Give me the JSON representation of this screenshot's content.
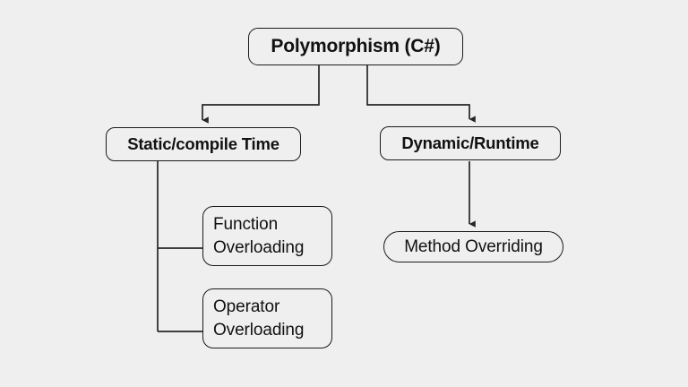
{
  "diagram": {
    "background_color": "#efefef",
    "line_color": "#262626",
    "text_color": "#111111",
    "nodes": {
      "root": {
        "label": "Polymorphism (C#)"
      },
      "static": {
        "label": "Static/compile Time"
      },
      "dynamic": {
        "label": "Dynamic/Runtime"
      },
      "function_overloading": {
        "label": "Function\nOverloading"
      },
      "operator_overloading": {
        "label": "Operator\nOverloading"
      },
      "method_overriding": {
        "label": "Method Overriding"
      }
    },
    "edges": [
      {
        "name": "root-to-static",
        "from": "root",
        "to": "static",
        "style": "elbow",
        "arrow": true
      },
      {
        "name": "root-to-dynamic",
        "from": "root",
        "to": "dynamic",
        "style": "elbow",
        "arrow": true
      },
      {
        "name": "static-to-function-overloading",
        "from": "static",
        "to": "function_overloading",
        "style": "elbow",
        "arrow": false
      },
      {
        "name": "static-to-operator-overloading",
        "from": "static",
        "to": "operator_overloading",
        "style": "elbow",
        "arrow": false
      },
      {
        "name": "dynamic-to-method-overriding",
        "from": "dynamic",
        "to": "method_overriding",
        "style": "straight",
        "arrow": true
      }
    ]
  }
}
